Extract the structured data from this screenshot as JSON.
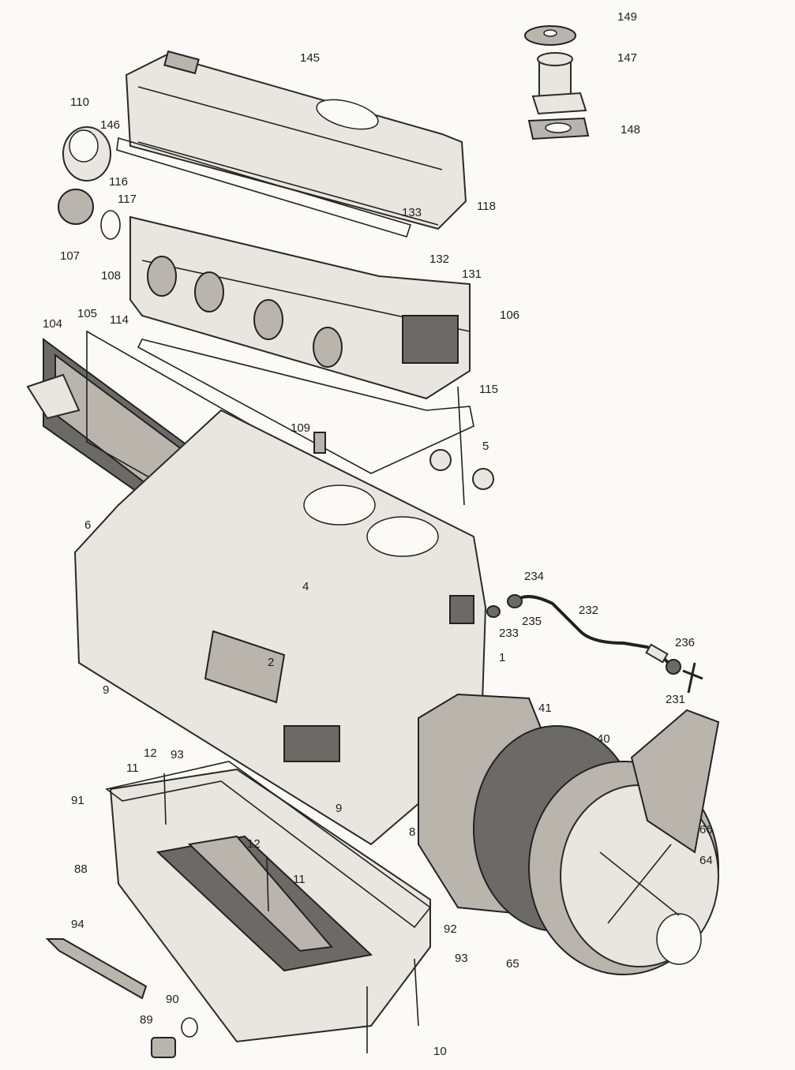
{
  "diagram": {
    "type": "exploded engine parts diagram",
    "labels": [
      "149",
      "147",
      "148",
      "145",
      "110",
      "146",
      "116",
      "117",
      "107",
      "108",
      "133",
      "118",
      "132",
      "131",
      "106",
      "104",
      "105",
      "114",
      "115",
      "109",
      "5",
      "6",
      "4",
      "234",
      "232",
      "233",
      "235",
      "236",
      "231",
      "2",
      "9",
      "1",
      "41",
      "40",
      "12",
      "93",
      "11",
      "91",
      "9",
      "8",
      "66",
      "12",
      "64",
      "11",
      "88",
      "92",
      "94",
      "93",
      "65",
      "90",
      "89",
      "10"
    ]
  }
}
